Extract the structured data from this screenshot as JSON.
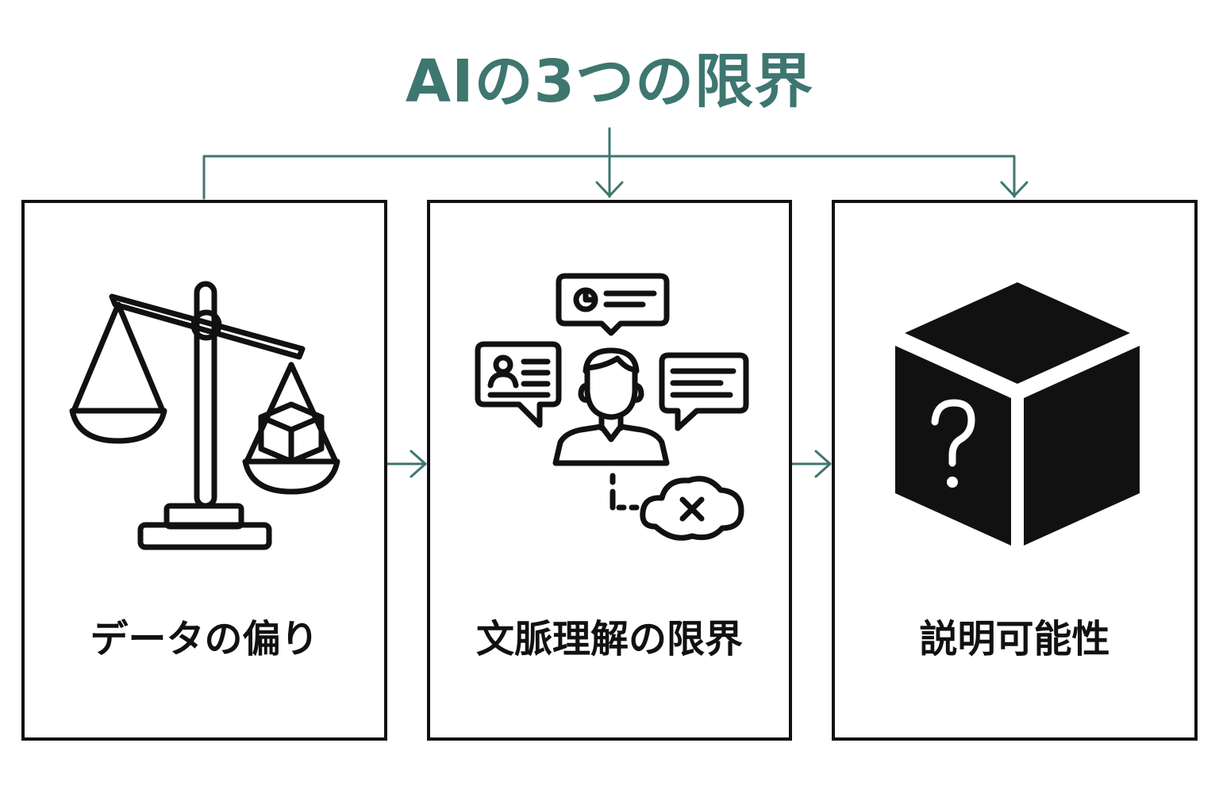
{
  "title": "AIの3つの限界",
  "colors": {
    "accent": "#3e7670",
    "stroke": "#111111",
    "background": "#ffffff"
  },
  "cards": [
    {
      "label": "データの偏り",
      "icon": "balance-scale-icon"
    },
    {
      "label": "文脈理解の限界",
      "icon": "person-speech-bubbles-icon"
    },
    {
      "label": "説明可能性",
      "icon": "black-box-question-icon"
    }
  ]
}
